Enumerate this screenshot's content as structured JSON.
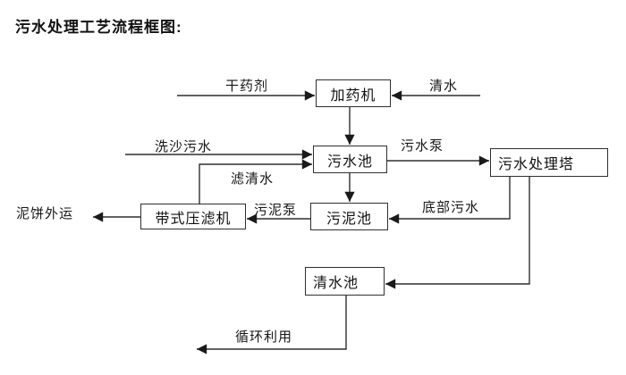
{
  "title": "污水处理工艺流程框图:",
  "diagram": {
    "nodes": {
      "dosing_machine": "加药机",
      "sewage_pool": "污水池",
      "treatment_tower": "污水处理塔",
      "belt_filter_press": "带式压滤机",
      "sludge_pool": "污泥池",
      "clean_water_pool": "清水池"
    },
    "edge_labels": {
      "dry_chemical": "干药剂",
      "clean_water": "清水",
      "sand_washing_sewage": "洗沙污水",
      "filtered_water": "滤清水",
      "sewage_pump": "污水泵",
      "sludge_pump": "污泥泵",
      "bottom_sewage": "底部污水",
      "mud_cake_out": "泥饼外运",
      "recycle": "循环利用"
    },
    "colors": {
      "line": "#2f2f2f",
      "arrowhead": "#1a1a1a",
      "box_border": "#2f2f2f",
      "text": "#111111",
      "background": "#ffffff"
    }
  }
}
